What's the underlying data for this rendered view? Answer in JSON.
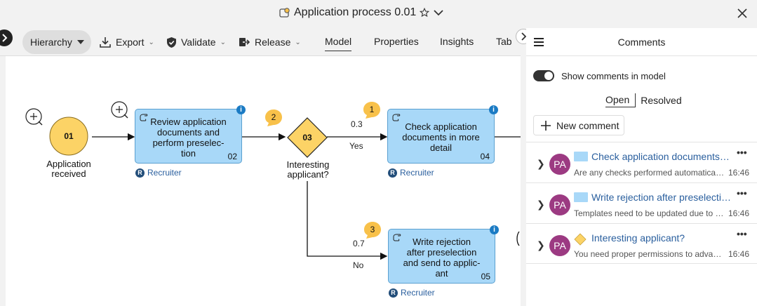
{
  "window": {
    "title": "Application process 0.01"
  },
  "toolbar": {
    "hierarchy": "Hierarchy",
    "export": "Export",
    "validate": "Validate",
    "release": "Release",
    "tabs": [
      "Model",
      "Properties",
      "Insights",
      "Tab"
    ]
  },
  "diagram": {
    "start_event": {
      "number": "01",
      "caption_line1": "Application",
      "caption_line2": "received"
    },
    "task_review": {
      "label_line1": "Review application",
      "label_line2": "documents and",
      "label_line3": "perform preselec-",
      "label_line4": "tion",
      "number": "02",
      "role": "Recruiter"
    },
    "gateway": {
      "number": "03",
      "caption_line1": "Interesting",
      "caption_line2": "applicant?"
    },
    "task_check": {
      "label_line1": "Check application",
      "label_line2": "documents in more",
      "label_line3": "detail",
      "number": "04",
      "role": "Recruiter"
    },
    "task_reject": {
      "label_line1": "Write rejection",
      "label_line2": "after preselection",
      "label_line3": "and send to applic-",
      "label_line4": "ant",
      "number": "05",
      "role": "Recruiter"
    },
    "flow_yes": {
      "probability": "0.3",
      "label": "Yes"
    },
    "flow_no": {
      "probability": "0.7",
      "label": "No"
    },
    "comment_badges": [
      "2",
      "1",
      "3"
    ],
    "role_initial": "R",
    "info_glyph": "i",
    "colors": {
      "task_fill": "#a8d8f8",
      "event_fill": "#fcd366",
      "badge_fill": "#f8c14a"
    }
  },
  "panel": {
    "title": "Comments",
    "toggle_label": "Show comments in model",
    "filter_open": "Open",
    "filter_resolved": "Resolved",
    "new_comment": "New comment",
    "comments": [
      {
        "avatar": "PA",
        "title": "Check application documents in more detail",
        "text": "Are any checks performed automatically?",
        "time": "16:46",
        "marker": "task"
      },
      {
        "avatar": "PA",
        "title": "Write rejection after preselection and send to applicant",
        "text": "Templates need to be updated due to new requirements",
        "time": "16:46",
        "marker": "task"
      },
      {
        "avatar": "PA",
        "title": "Interesting applicant?",
        "text": "You need proper permissions to advance applicants",
        "time": "16:46",
        "marker": "gateway"
      }
    ]
  }
}
